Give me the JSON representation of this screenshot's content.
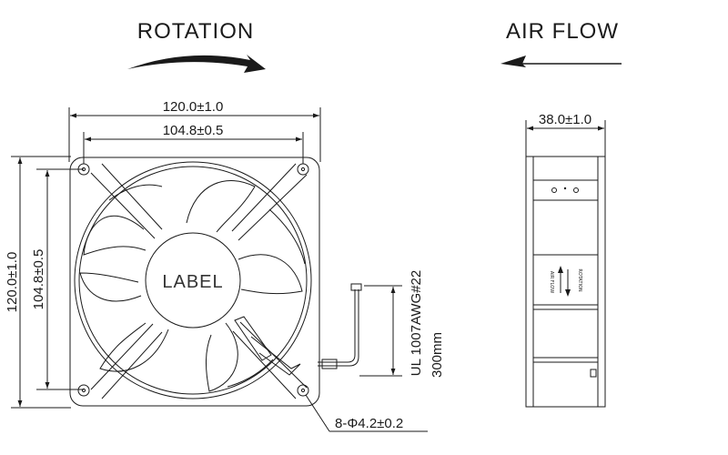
{
  "titles": {
    "rotation": "ROTATION",
    "air_flow": "AIR FLOW"
  },
  "front_view": {
    "outer_width": "120.0±1.0",
    "hole_spacing_width": "104.8±0.5",
    "outer_height": "120.0±1.0",
    "hole_spacing_height": "104.8±0.5",
    "label": "LABEL",
    "mounting_holes": "8-Φ4.2±0.2",
    "wire_spec": "UL 1007AWG#22",
    "wire_length": "300mm"
  },
  "side_view": {
    "depth": "38.0±1.0",
    "sticker_rotation": "ROTATION",
    "sticker_airflow": "AIR FLOW"
  },
  "colors": {
    "line": "#1a1a1a",
    "background": "#ffffff"
  }
}
